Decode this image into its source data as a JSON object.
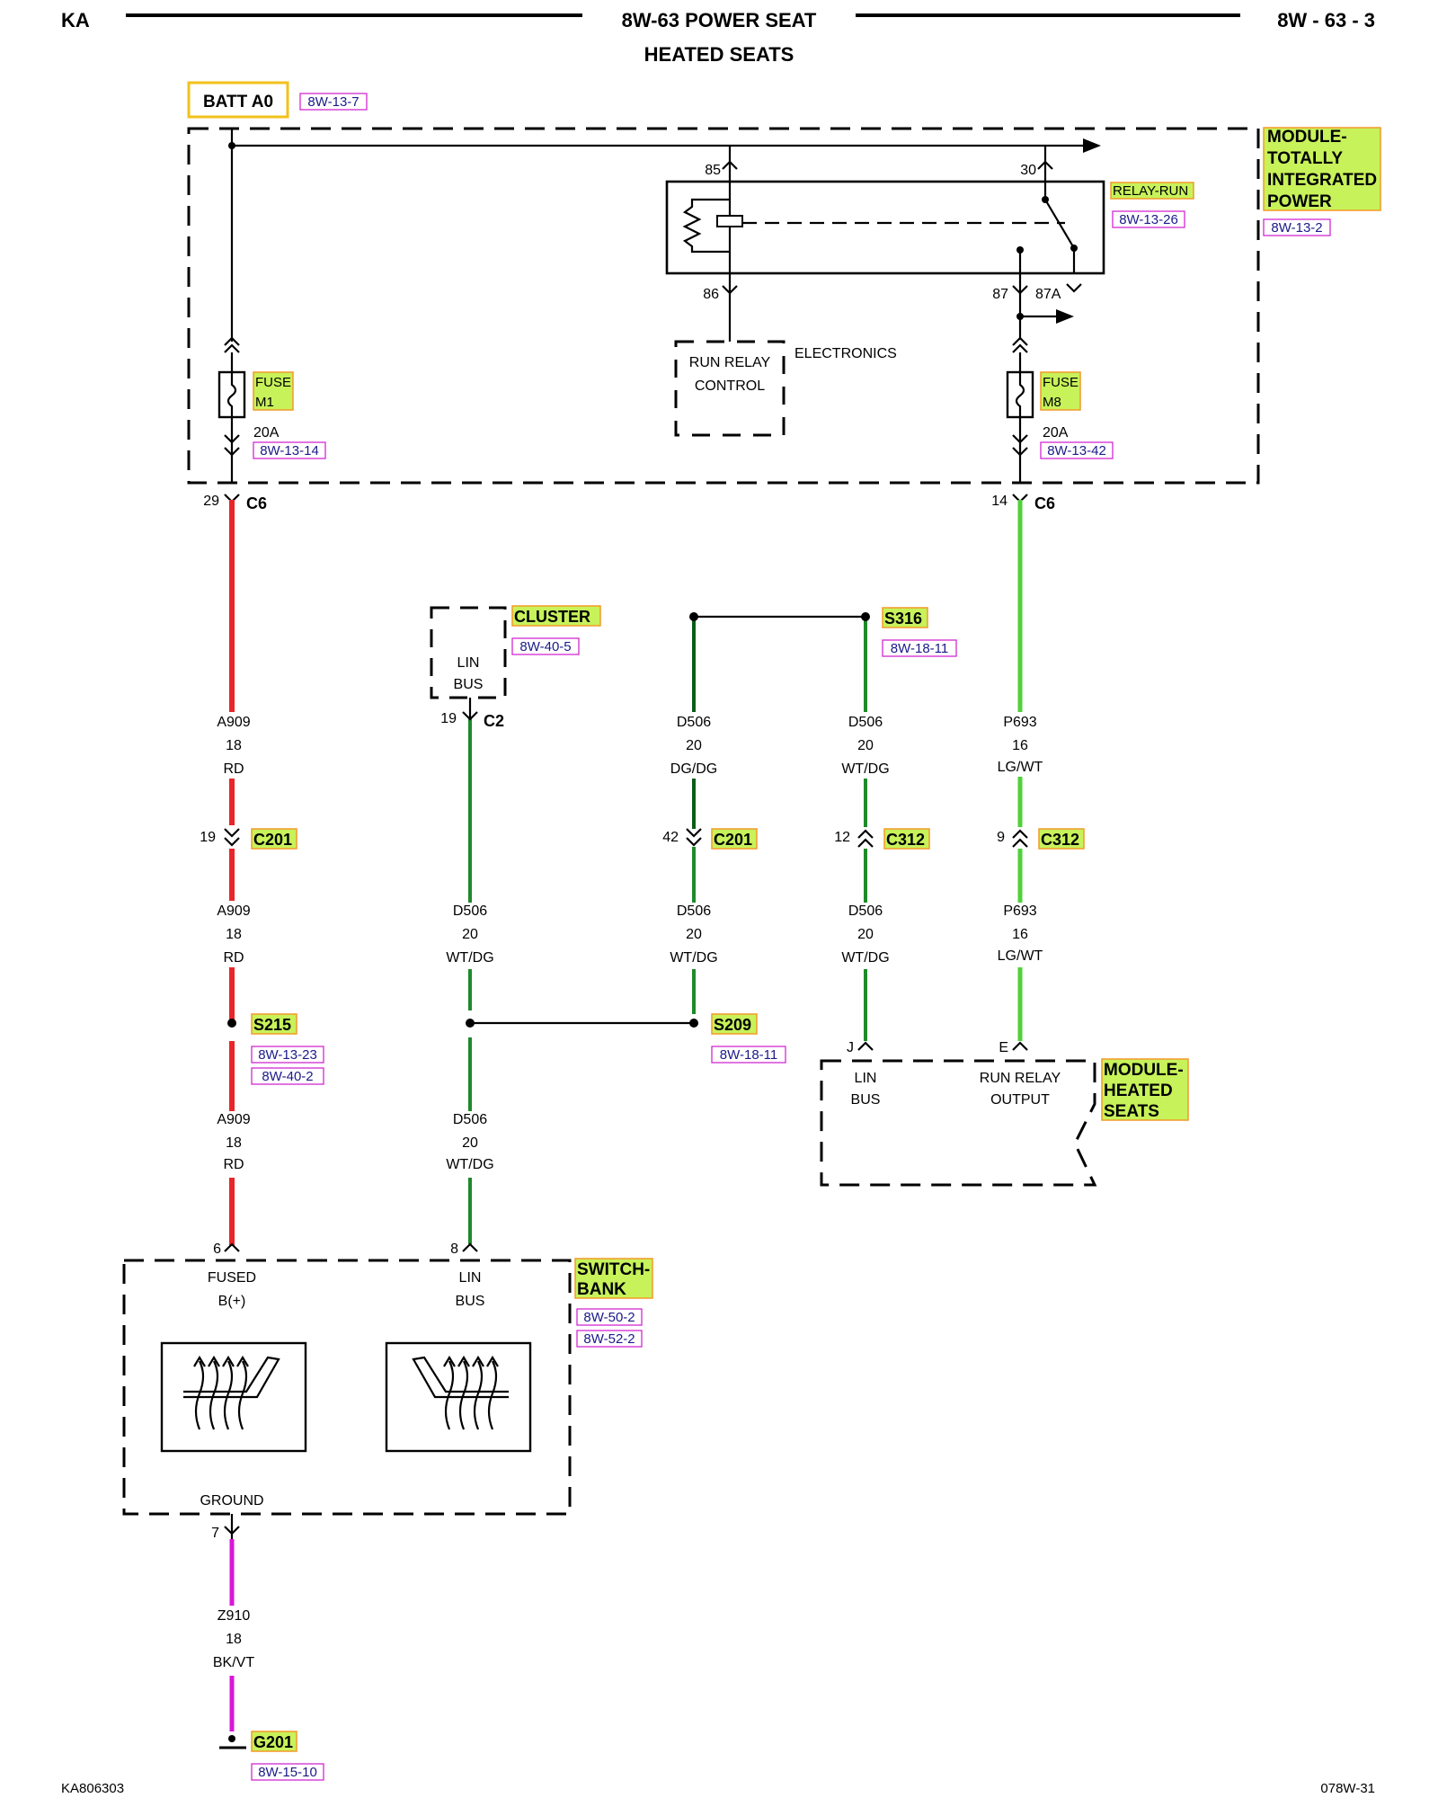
{
  "header": {
    "left": "KA",
    "title": "8W-63 POWER SEAT",
    "subtitle": "HEATED SEATS",
    "right": "8W - 63 - 3"
  },
  "footer": {
    "left": "KA806303",
    "right": "078W-31"
  },
  "batt": {
    "label": "BATT A0",
    "ref": "8W-13-7"
  },
  "tipm": {
    "name_lines": [
      "MODULE-",
      "TOTALLY",
      "INTEGRATED",
      "POWER"
    ],
    "ref": "8W-13-2",
    "relay_name": "RELAY-RUN",
    "relay_ref": "8W-13-26",
    "pins": {
      "p85": "85",
      "p30": "30",
      "p86": "86",
      "p87": "87",
      "p87a": "87A"
    },
    "control_lines": [
      "RUN RELAY",
      "CONTROL"
    ],
    "electronics": "ELECTRONICS",
    "fuse_left": {
      "name_lines": [
        "FUSE",
        "M1"
      ],
      "amps": "20A",
      "ref": "8W-13-14"
    },
    "fuse_right": {
      "name_lines": [
        "FUSE",
        "M8"
      ],
      "amps": "20A",
      "ref": "8W-13-42"
    },
    "c6_left_pin": "29",
    "c6_right_pin": "14",
    "c6_label": "C6"
  },
  "cluster": {
    "name": "CLUSTER",
    "ref": "8W-40-5",
    "lines": [
      "LIN",
      "BUS"
    ],
    "pin": "19",
    "conn": "C2"
  },
  "s316": {
    "name": "S316",
    "ref": "8W-18-11"
  },
  "s215": {
    "name": "S215",
    "refs": [
      "8W-13-23",
      "8W-40-2"
    ]
  },
  "s209": {
    "name": "S209",
    "ref": "8W-18-11"
  },
  "c201": {
    "name": "C201",
    "pin_left": "19",
    "pin_mid": "42"
  },
  "c312": {
    "name": "C312",
    "pin_left": "12",
    "pin_right": "9"
  },
  "wires": {
    "a909_1": [
      "A909",
      "18",
      "RD"
    ],
    "a909_2": [
      "A909",
      "18",
      "RD"
    ],
    "a909_3": [
      "A909",
      "18",
      "RD"
    ],
    "d506_dgdg": [
      "D506",
      "20",
      "DG/DG"
    ],
    "d506_wtdg_1": [
      "D506",
      "20",
      "WT/DG"
    ],
    "d506_wtdg_2": [
      "D506",
      "20",
      "WT/DG"
    ],
    "d506_wtdg_3": [
      "D506",
      "20",
      "WT/DG"
    ],
    "d506_wtdg_4": [
      "D506",
      "20",
      "WT/DG"
    ],
    "d506_wtdg_5": [
      "D506",
      "20",
      "WT/DG"
    ],
    "p693_1": [
      "P693",
      "16",
      "LG/WT"
    ],
    "p693_2": [
      "P693",
      "16",
      "LG/WT"
    ],
    "z910": [
      "Z910",
      "18",
      "BK/VT"
    ]
  },
  "heated_module": {
    "name_lines": [
      "MODULE-",
      "HEATED",
      "SEATS"
    ],
    "pin_j": "J",
    "pin_e": "E",
    "lin_lines": [
      "LIN",
      "BUS"
    ],
    "out_lines": [
      "RUN RELAY",
      "OUTPUT"
    ]
  },
  "switch_bank": {
    "name_lines": [
      "SWITCH-",
      "BANK"
    ],
    "refs": [
      "8W-50-2",
      "8W-52-2"
    ],
    "pin_fused": "6",
    "pin_lin": "8",
    "fused_lines": [
      "FUSED",
      "B(+)"
    ],
    "lin_lines": [
      "LIN",
      "BUS"
    ],
    "ground": "GROUND",
    "ground_pin": "7"
  },
  "g201": {
    "name": "G201",
    "ref": "8W-15-10"
  }
}
